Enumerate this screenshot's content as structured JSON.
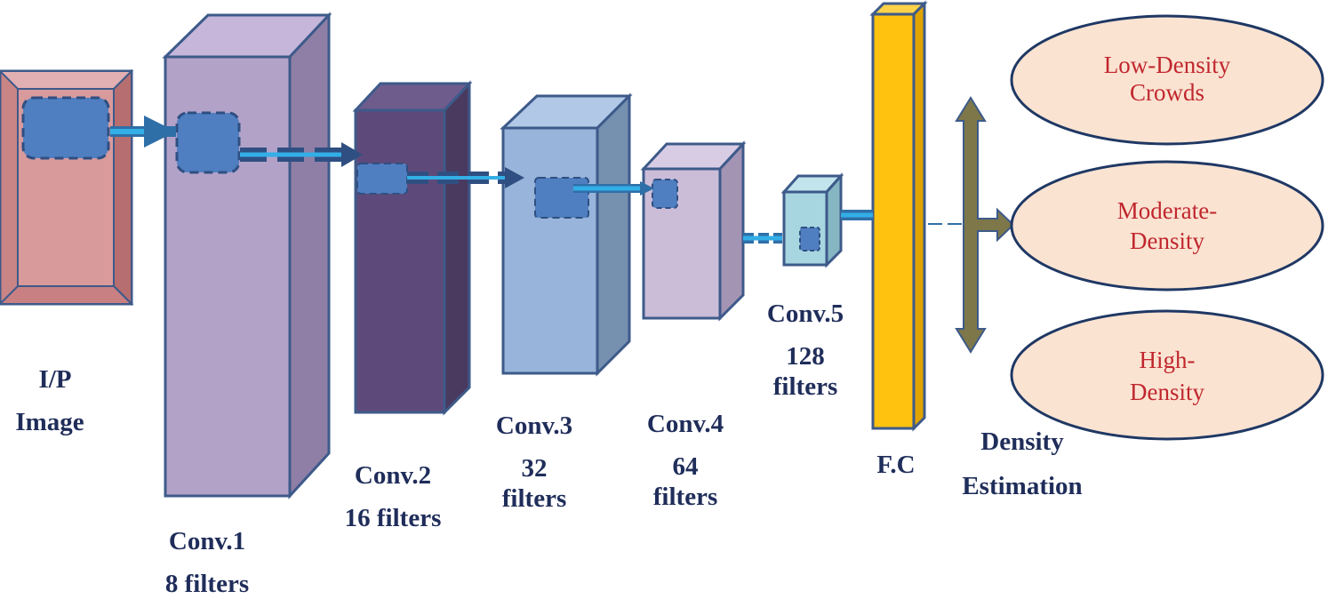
{
  "layers": {
    "input": {
      "line1": "I/P",
      "line2": "Image"
    },
    "conv1": {
      "name": "Conv.1",
      "filters": "8 filters"
    },
    "conv2": {
      "name": "Conv.2",
      "filters": "16 filters"
    },
    "conv3": {
      "name": "Conv.3",
      "filters_num": "32",
      "filters_word": "filters"
    },
    "conv4": {
      "name": "Conv.4",
      "filters_num": "64",
      "filters_word": "filters"
    },
    "conv5": {
      "name": "Conv.5",
      "filters_num": "128",
      "filters_word": "filters"
    },
    "fc": {
      "name": "F.C"
    }
  },
  "estimation": {
    "line1": "Density",
    "line2": "Estimation"
  },
  "outputs": [
    {
      "line1": "Low-Density",
      "line2": "Crowds"
    },
    {
      "line1": "Moderate-",
      "line2": "Density"
    },
    {
      "line1": "High-",
      "line2": "Density"
    }
  ],
  "colors": {
    "input": "#d99a9c",
    "conv1": "#b3a2c8",
    "conv2": "#5e4a7a",
    "conv3": "#98b4da",
    "conv4": "#cbbcd8",
    "conv5": "#a8d6e0",
    "fc": "#ffc20e",
    "output_fill": "#fbe3d2",
    "output_stroke": "#1f3864",
    "arrow_light": "#33aee6",
    "arrow_dark": "#2f4f82",
    "kernel": "#4f7fc0",
    "split_arrow": "#7d7749"
  }
}
